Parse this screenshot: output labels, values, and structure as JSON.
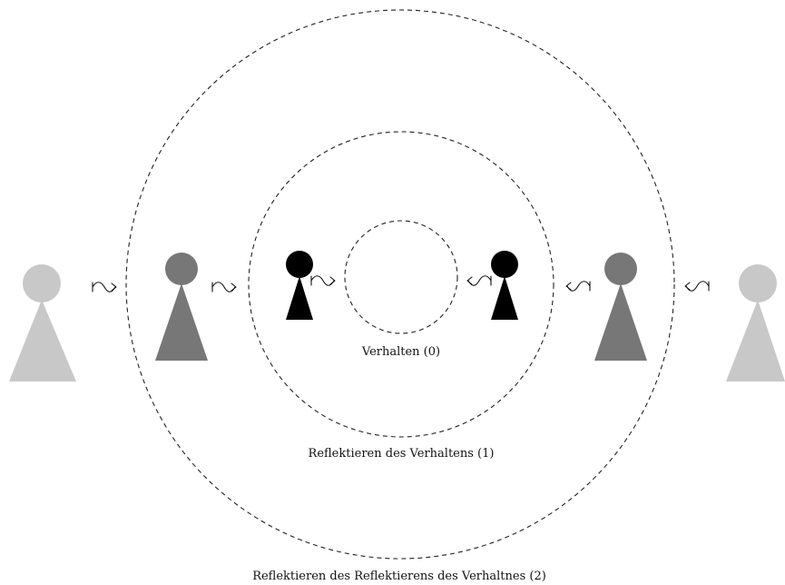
{
  "labels": {
    "level0": "Verhalten (0)",
    "level1": "Reflektieren des Verhaltens (1)",
    "level2": "Reflektieren des Reflektierens des Verhaltnes (2)"
  },
  "colors": {
    "level0": "#000000",
    "level1": "#777777",
    "level2": "#c8c8c8",
    "ring": "#222222"
  },
  "icons": {
    "person": "pawn-figure-icon",
    "interaction": "wave-arrow-icon"
  }
}
